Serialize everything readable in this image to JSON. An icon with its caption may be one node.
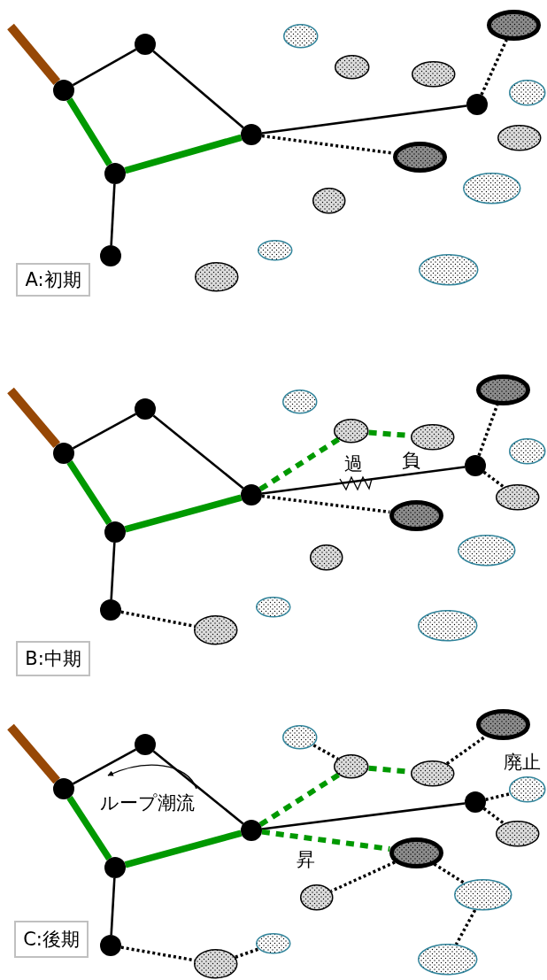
{
  "diagram": {
    "nodes": [
      {
        "text": [
          "A:初期"
        ]
      },
      {
        "text": [],
        "shape": "circle"
      },
      {
        "text": [],
        "shape": "circle"
      },
      {
        "text": [],
        "shape": "circle"
      },
      {
        "text": [],
        "shape": "circle"
      },
      {
        "text": [],
        "shape": "circle"
      },
      {
        "text": [],
        "shape": "circle"
      },
      {
        "text": [],
        "shape": "ellipse"
      },
      {
        "text": [],
        "shape": "ellipse"
      },
      {
        "text": [],
        "shape": "ellipse"
      },
      {
        "text": [],
        "shape": "ellipse"
      },
      {
        "text": [],
        "shape": "ellipse"
      },
      {
        "text": [],
        "shape": "ellipse"
      },
      {
        "text": [],
        "shape": "ellipse"
      },
      {
        "text": [],
        "shape": "ellipse"
      },
      {
        "text": [],
        "shape": "ellipse"
      },
      {
        "text": [],
        "shape": "ellipse"
      },
      {
        "text": [],
        "shape": "ellipse"
      },
      {
        "text": [],
        "shape": "ellipse"
      },
      {
        "text": [
          "B:中期"
        ]
      },
      {
        "text": [],
        "shape": "circle"
      },
      {
        "text": [],
        "shape": "circle"
      },
      {
        "text": [],
        "shape": "circle"
      },
      {
        "text": [],
        "shape": "circle"
      },
      {
        "text": [],
        "shape": "circle"
      },
      {
        "text": [],
        "shape": "circle"
      },
      {
        "text": [],
        "shape": "ellipse"
      },
      {
        "text": [],
        "shape": "ellipse"
      },
      {
        "text": [],
        "shape": "ellipse"
      },
      {
        "text": [],
        "shape": "ellipse"
      },
      {
        "text": [],
        "shape": "ellipse"
      },
      {
        "text": [],
        "shape": "ellipse"
      },
      {
        "text": [],
        "shape": "ellipse"
      },
      {
        "text": [],
        "shape": "ellipse"
      },
      {
        "text": [],
        "shape": "ellipse"
      },
      {
        "text": [],
        "shape": "ellipse"
      },
      {
        "text": [],
        "shape": "ellipse"
      },
      {
        "text": [],
        "shape": "ellipse"
      },
      {
        "text": [
          "C:後期"
        ]
      },
      {
        "text": [],
        "shape": "circle"
      },
      {
        "text": [],
        "shape": "circle"
      },
      {
        "text": [],
        "shape": "circle"
      },
      {
        "text": [],
        "shape": "circle"
      },
      {
        "text": [],
        "shape": "circle"
      },
      {
        "text": [],
        "shape": "circle"
      },
      {
        "text": [],
        "shape": "ellipse"
      },
      {
        "text": [],
        "shape": "ellipse"
      },
      {
        "text": [],
        "shape": "ellipse"
      },
      {
        "text": [],
        "shape": "ellipse"
      },
      {
        "text": [],
        "shape": "ellipse"
      },
      {
        "text": [],
        "shape": "ellipse"
      },
      {
        "text": [],
        "shape": "ellipse"
      },
      {
        "text": [],
        "shape": "ellipse"
      },
      {
        "text": [],
        "shape": "ellipse"
      },
      {
        "text": [],
        "shape": "ellipse"
      },
      {
        "text": [],
        "shape": "ellipse"
      },
      {
        "text": [],
        "shape": "ellipse"
      }
    ],
    "edges": [
      {
        "from": null,
        "to": 1,
        "arrow": "none",
        "style": "thick",
        "color": "#974806"
      },
      {
        "from": 1,
        "to": 2,
        "arrow": "none"
      },
      {
        "from": 2,
        "to": 3,
        "arrow": "none"
      },
      {
        "from": 1,
        "to": 4,
        "arrow": "none",
        "style": "thick",
        "color": "#009900"
      },
      {
        "from": 4,
        "to": 3,
        "arrow": "none",
        "style": "thick",
        "color": "#009900"
      },
      {
        "from": 4,
        "to": 5,
        "arrow": "none"
      },
      {
        "from": 3,
        "to": 6,
        "arrow": "none"
      },
      {
        "from": 3,
        "to": 13,
        "arrow": "none",
        "style": "dashed"
      },
      {
        "from": 6,
        "to": 10,
        "arrow": "none",
        "style": "dashed"
      },
      {
        "from": null,
        "to": 20,
        "arrow": "none",
        "style": "thick",
        "color": "#974806"
      },
      {
        "from": 20,
        "to": 21,
        "arrow": "none"
      },
      {
        "from": 21,
        "to": 22,
        "arrow": "none"
      },
      {
        "from": 20,
        "to": 23,
        "arrow": "none",
        "style": "thick",
        "color": "#009900"
      },
      {
        "from": 23,
        "to": 22,
        "arrow": "none",
        "style": "thick",
        "color": "#009900"
      },
      {
        "from": 23,
        "to": 24,
        "arrow": "none"
      },
      {
        "from": 22,
        "to": 25,
        "arrow": "none"
      },
      {
        "from": 22,
        "to": 32,
        "arrow": "none",
        "style": "dashed"
      },
      {
        "from": 25,
        "to": 29,
        "arrow": "none",
        "style": "dashed"
      },
      {
        "from": 25,
        "to": 31,
        "arrow": "none",
        "style": "dashed"
      },
      {
        "from": 24,
        "to": 36,
        "arrow": "none",
        "style": "dashed"
      },
      {
        "from": 22,
        "to": 27,
        "arrow": "none",
        "style": "dashed",
        "color": "#009900"
      },
      {
        "from": 27,
        "to": 28,
        "arrow": "none",
        "style": "dashed",
        "color": "#009900"
      },
      {
        "from": null,
        "to": 39,
        "arrow": "none",
        "style": "thick",
        "color": "#974806"
      },
      {
        "from": 39,
        "to": 40,
        "arrow": "none"
      },
      {
        "from": 40,
        "to": 41,
        "arrow": "none"
      },
      {
        "from": 39,
        "to": 42,
        "arrow": "none",
        "style": "thick",
        "color": "#009900"
      },
      {
        "from": 42,
        "to": 41,
        "arrow": "none",
        "style": "thick",
        "color": "#009900"
      },
      {
        "from": 42,
        "to": 43,
        "arrow": "none"
      },
      {
        "from": 41,
        "to": 44,
        "arrow": "none"
      },
      {
        "from": 41,
        "to": 51,
        "arrow": "none",
        "style": "dashed",
        "color": "#009900"
      },
      {
        "from": 44,
        "to": 49,
        "arrow": "none",
        "style": "dashed"
      },
      {
        "from": 44,
        "to": 50,
        "arrow": "none",
        "style": "dashed"
      },
      {
        "from": 43,
        "to": 55,
        "arrow": "none",
        "style": "dashed"
      },
      {
        "from": 55,
        "to": 54,
        "arrow": "none",
        "style": "dashed"
      },
      {
        "from": 41,
        "to": 46,
        "arrow": "none",
        "style": "dashed",
        "color": "#009900"
      },
      {
        "from": 46,
        "to": 47,
        "arrow": "none",
        "style": "dashed",
        "color": "#009900"
      },
      {
        "from": 45,
        "to": 46,
        "arrow": "none",
        "style": "dashed"
      },
      {
        "from": 47,
        "to": 48,
        "arrow": "none",
        "style": "dashed"
      },
      {
        "from": 51,
        "to": 53,
        "arrow": "none",
        "style": "dashed"
      },
      {
        "from": 51,
        "to": 52,
        "arrow": "none",
        "style": "dashed"
      },
      {
        "from": 52,
        "to": 56,
        "arrow": "none",
        "style": "dashed"
      }
    ],
    "labels": [
      "過",
      "負",
      "ループ潮流",
      "昇",
      "廃止"
    ]
  }
}
